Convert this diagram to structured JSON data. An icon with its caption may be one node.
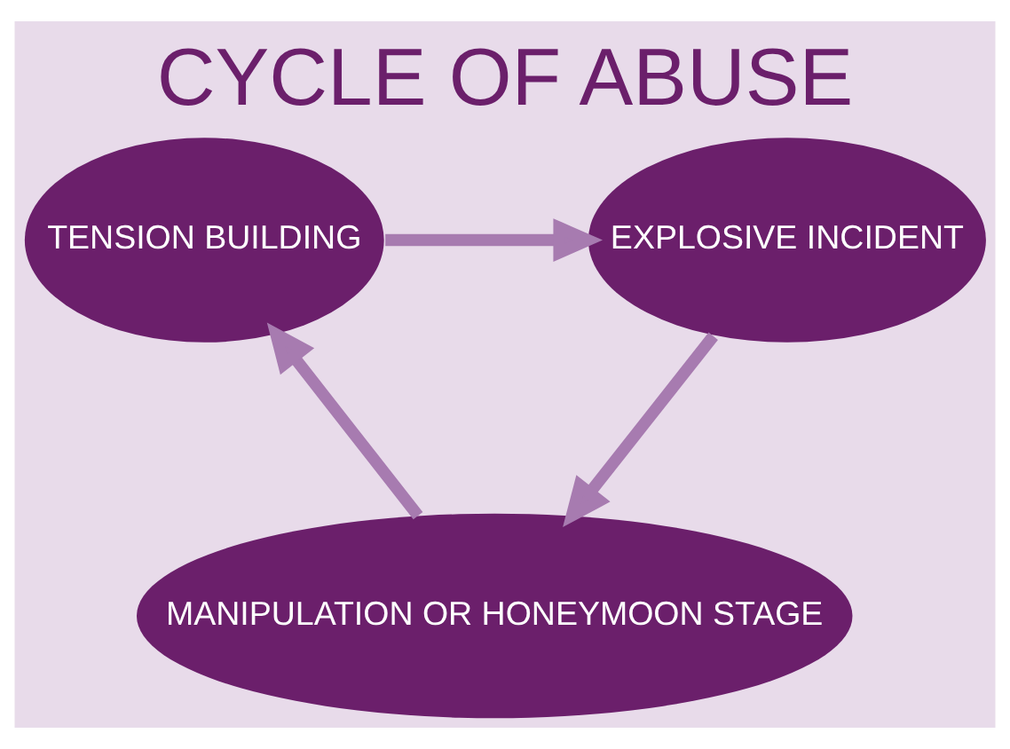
{
  "diagram": {
    "title": "CYCLE OF ABUSE",
    "nodes": [
      {
        "text": [
          "TENSION BUILDING"
        ]
      },
      {
        "text": [
          "EXPLOSIVE INCIDENT"
        ]
      },
      {
        "text": [
          "MANIPULATION OR HONEYMOON STAGE"
        ]
      }
    ],
    "edges": [
      {
        "from": 0,
        "to": 1,
        "arrow": "to"
      },
      {
        "from": 1,
        "to": 2,
        "arrow": "to"
      },
      {
        "from": 2,
        "to": 0,
        "arrow": "to"
      }
    ]
  }
}
